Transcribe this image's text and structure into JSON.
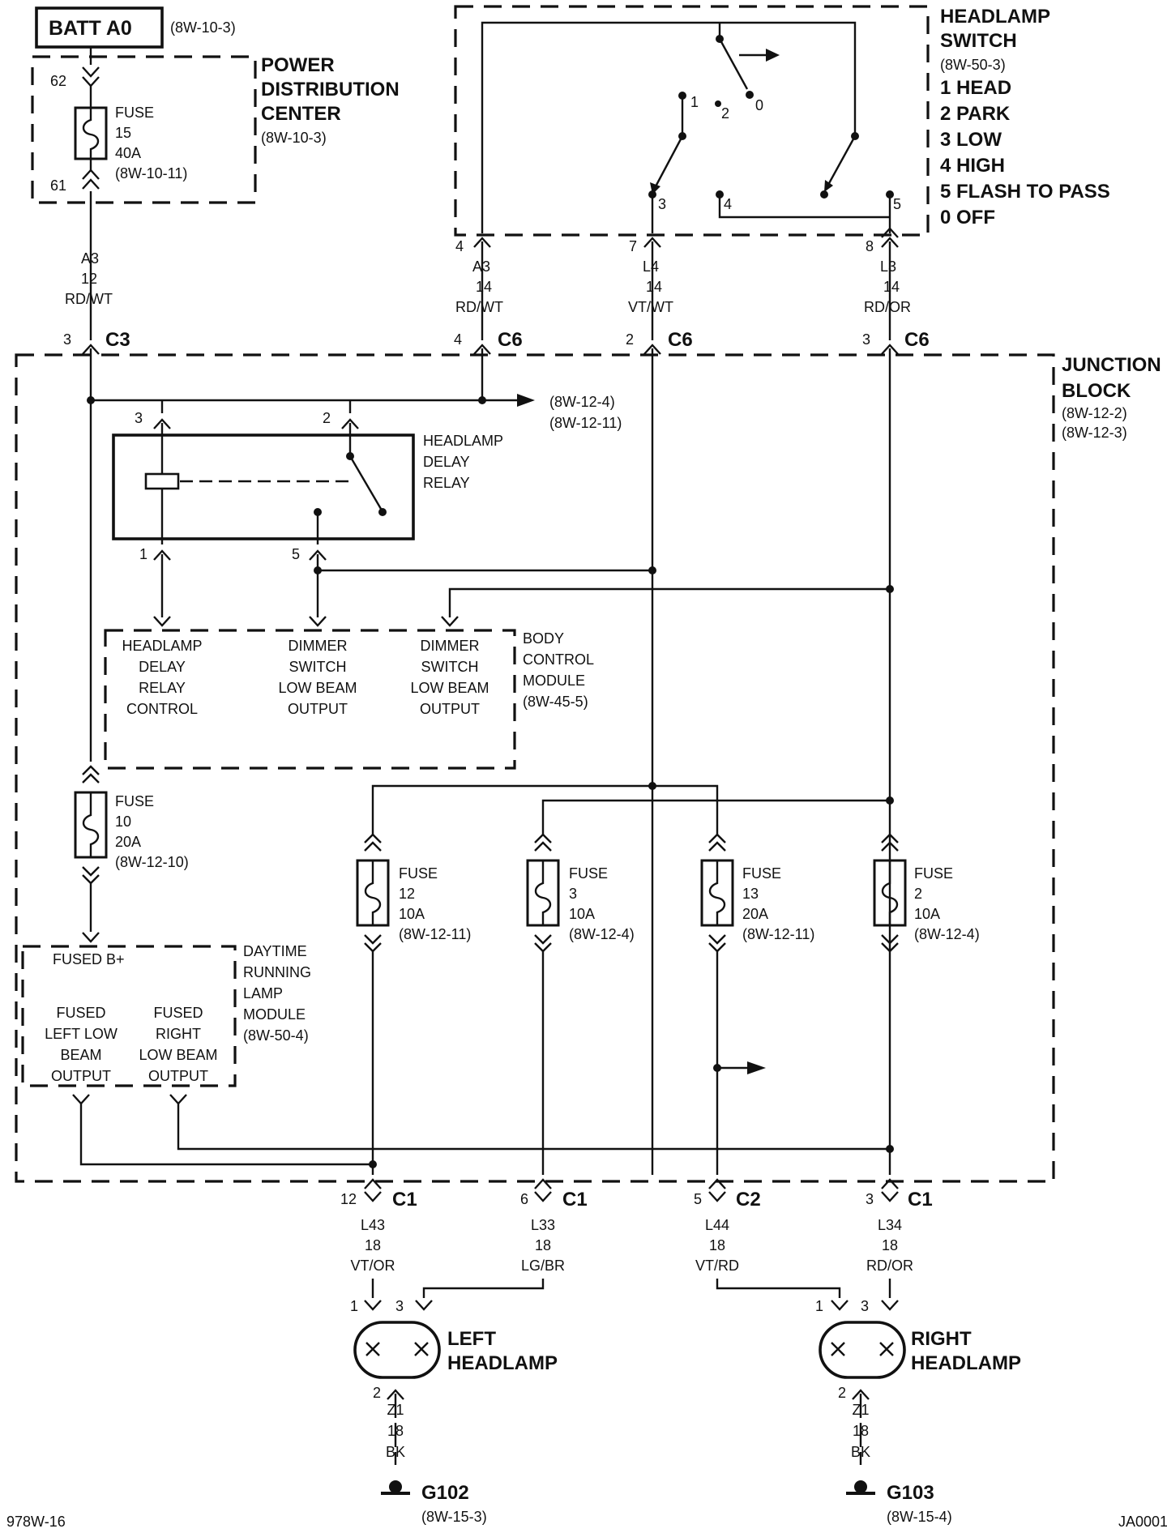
{
  "batt": {
    "label": "BATT A0",
    "ref": "(8W-10-3)"
  },
  "pdc": {
    "title": [
      "POWER",
      "DISTRIBUTION",
      "CENTER"
    ],
    "ref": "(8W-10-3)",
    "pin_top": "62",
    "pin_bottom": "61",
    "fuse": [
      "FUSE",
      "15",
      "40A",
      "(8W-10-11)"
    ]
  },
  "headlamp_switch": {
    "lines": [
      "HEADLAMP",
      "SWITCH",
      "(8W-50-3)",
      "1 HEAD",
      "2 PARK",
      "3 LOW",
      "4 HIGH",
      "5 FLASH TO PASS",
      "0 OFF"
    ],
    "contacts": [
      "1",
      "2",
      "0",
      "3",
      "4",
      "5"
    ]
  },
  "top_wires": [
    {
      "pin": "4",
      "circuit": "A3",
      "gauge": "14",
      "color": "RD/WT",
      "conn_pin": "4",
      "conn": "C6"
    },
    {
      "pin": "7",
      "circuit": "L4",
      "gauge": "14",
      "color": "VT/WT",
      "conn_pin": "2",
      "conn": "C6"
    },
    {
      "pin": "8",
      "circuit": "L3",
      "gauge": "14",
      "color": "RD/OR",
      "conn_pin": "3",
      "conn": "C6"
    }
  ],
  "feed_wire": {
    "circuit": "A3",
    "gauge": "12",
    "color": "RD/WT",
    "conn_pin": "3",
    "conn": "C3"
  },
  "junction_block": {
    "title": [
      "JUNCTION",
      "BLOCK"
    ],
    "refs": [
      "(8W-12-2)",
      "(8W-12-3)"
    ],
    "arrow_refs": [
      "(8W-12-4)",
      "(8W-12-11)"
    ]
  },
  "relay": {
    "lines": [
      "HEADLAMP",
      "DELAY",
      "RELAY"
    ],
    "pins": [
      "3",
      "2",
      "1",
      "5"
    ]
  },
  "bcm": {
    "lines": [
      "BODY",
      "CONTROL",
      "MODULE",
      "(8W-45-5)"
    ],
    "outputs": [
      [
        "HEADLAMP",
        "DELAY",
        "RELAY",
        "CONTROL"
      ],
      [
        "DIMMER",
        "SWITCH",
        "LOW BEAM",
        "OUTPUT"
      ],
      [
        "DIMMER",
        "SWITCH",
        "LOW BEAM",
        "OUTPUT"
      ]
    ]
  },
  "fuse10": [
    "FUSE",
    "10",
    "20A",
    "(8W-12-10)"
  ],
  "fuses": [
    [
      "FUSE",
      "12",
      "10A",
      "(8W-12-11)"
    ],
    [
      "FUSE",
      "3",
      "10A",
      "(8W-12-4)"
    ],
    [
      "FUSE",
      "13",
      "20A",
      "(8W-12-11)"
    ],
    [
      "FUSE",
      "2",
      "10A",
      "(8W-12-4)"
    ]
  ],
  "drl": {
    "title": [
      "DAYTIME",
      "RUNNING",
      "LAMP",
      "MODULE",
      "(8W-50-4)"
    ],
    "fused_b": "FUSED B+",
    "left": [
      "FUSED",
      "LEFT LOW",
      "BEAM",
      "OUTPUT"
    ],
    "right": [
      "FUSED",
      "RIGHT",
      "LOW BEAM",
      "OUTPUT"
    ]
  },
  "bottom_wires": [
    {
      "pin": "12",
      "conn": "C1",
      "circuit": "L43",
      "gauge": "18",
      "color": "VT/OR"
    },
    {
      "pin": "6",
      "conn": "C1",
      "circuit": "L33",
      "gauge": "18",
      "color": "LG/BR"
    },
    {
      "pin": "5",
      "conn": "C2",
      "circuit": "L44",
      "gauge": "18",
      "color": "VT/RD"
    },
    {
      "pin": "3",
      "conn": "C1",
      "circuit": "L34",
      "gauge": "18",
      "color": "RD/OR"
    }
  ],
  "left_headlamp": {
    "title": [
      "LEFT",
      "HEADLAMP"
    ],
    "pins": [
      "1",
      "3",
      "2"
    ],
    "ground": {
      "circuit": "Z1",
      "gauge": "18",
      "color": "BK"
    },
    "ground_label": "G102",
    "ground_ref": "(8W-15-3)"
  },
  "right_headlamp": {
    "title": [
      "RIGHT",
      "HEADLAMP"
    ],
    "pins": [
      "1",
      "3",
      "2"
    ],
    "ground": {
      "circuit": "Z1",
      "gauge": "18",
      "color": "BK"
    },
    "ground_label": "G103",
    "ground_ref": "(8W-15-4)"
  },
  "footer": {
    "left": "978W-16",
    "right": "JA0001"
  }
}
